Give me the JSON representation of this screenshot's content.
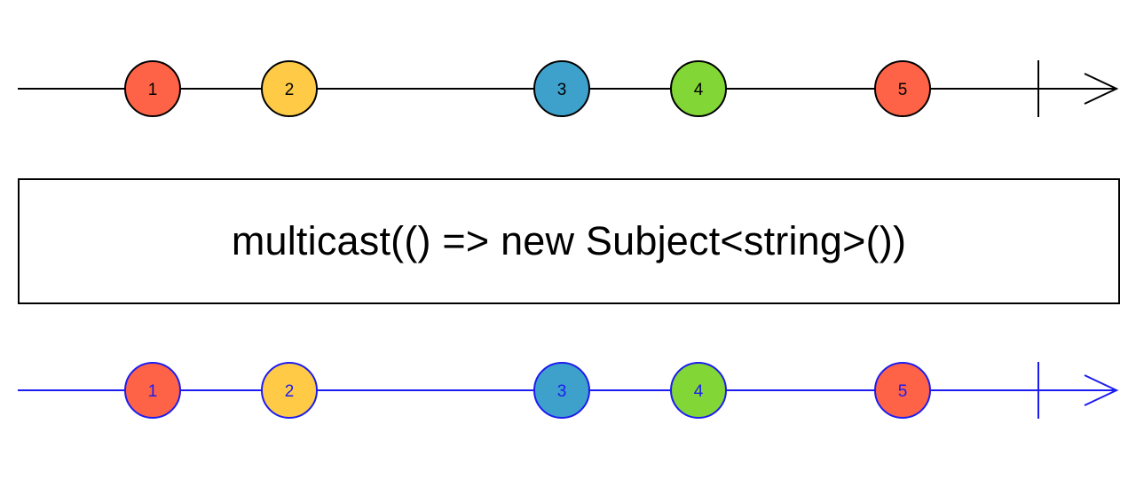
{
  "operator": {
    "label": "multicast(() => new Subject<string>())"
  },
  "input": {
    "line_color": "#000000",
    "marble_stroke": "#000000",
    "text_color": "#000000",
    "marbles": [
      {
        "label": "1",
        "color": "#ff6347"
      },
      {
        "label": "2",
        "color": "#ffcb46"
      },
      {
        "label": "3",
        "color": "#3ea1cb"
      },
      {
        "label": "4",
        "color": "#82d736"
      },
      {
        "label": "5",
        "color": "#ff6347"
      }
    ],
    "completed": true
  },
  "output": {
    "line_color": "#1c1cf0",
    "marble_stroke": "#1c1cf0",
    "text_color": "#1c1cf0",
    "marbles": [
      {
        "label": "1",
        "color": "#ff6347"
      },
      {
        "label": "2",
        "color": "#ffcb46"
      },
      {
        "label": "3",
        "color": "#3ea1cb"
      },
      {
        "label": "4",
        "color": "#82d736"
      },
      {
        "label": "5",
        "color": "#ff6347"
      }
    ],
    "completed": true
  }
}
